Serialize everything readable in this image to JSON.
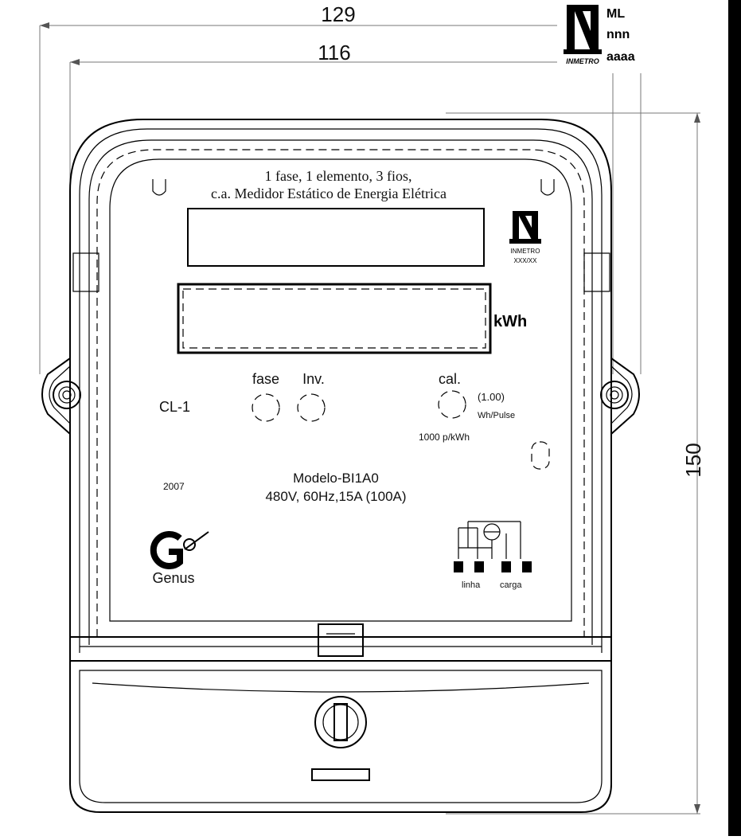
{
  "dimensions": {
    "total_width": "129",
    "inner_width": "116",
    "height": "150"
  },
  "inmetro_stamp": {
    "line1": "ML",
    "line2": "nnn",
    "line3": "aaaa",
    "logo_text": "INMETRO"
  },
  "meter": {
    "header_line1": "1 fase, 1 elemento, 3 fios,",
    "header_line2": "c.a. Medidor Estático de Energia Elétrica",
    "panel_badge_line1": "INMETRO",
    "panel_badge_line2": "XXX/XX",
    "kwh_unit": "kWh",
    "class_label": "CL-1",
    "led_fase": "fase",
    "led_inv": "Inv.",
    "led_cal": "cal.",
    "cal_value": "(1.00)",
    "cal_unit": "Wh/Pulse",
    "pulse_rate": "1000 p/kWh",
    "year": "2007",
    "model": "Modelo-BI1A0",
    "rating": "480V, 60Hz,15A (100A)",
    "brand": "Genus",
    "terminal_linha": "linha",
    "terminal_carga": "carga"
  }
}
